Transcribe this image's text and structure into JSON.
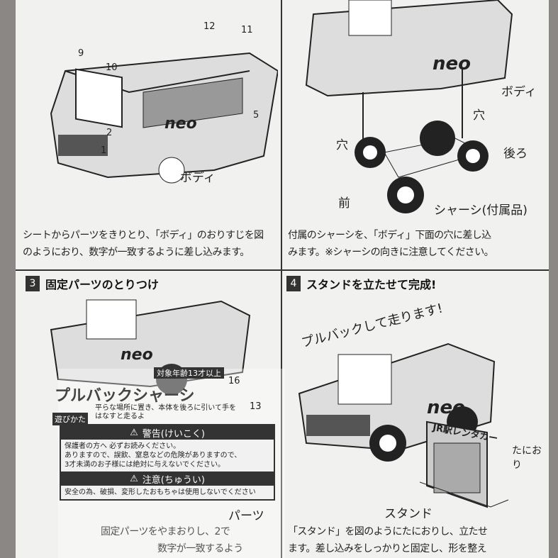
{
  "section1": {
    "label_body": "ボディ",
    "numbers": [
      "9",
      "10",
      "12",
      "11",
      "5",
      "2",
      "1"
    ],
    "text_line1": "シートからパーツをきりとり、「ボディ」のおりすじを図",
    "text_line2": "のようにおり、数字が一致するように差し込みます。",
    "car_logo": "neo"
  },
  "section2": {
    "label_body": "ボディ",
    "label_hole_right": "穴",
    "label_hole_left": "穴",
    "label_rear": "後ろ",
    "label_front": "前",
    "label_chassis": "シャーシ(付属品)",
    "text_line1": "付属のシャーシを、「ボディ」下面の穴に差し込",
    "text_line2": "みます。※シャーシの向きに注意してください。",
    "car_logo": "neo"
  },
  "section3": {
    "number": "3",
    "title": "固定パーツのとりつけ",
    "package_title": "プルバックシャーシ",
    "age_badge": "対象年齢13才以上",
    "play_label": "遊びかた",
    "play_text": "平らな場所に置き、本体を後ろに引いて手をはなすと走るよ",
    "num16": "16",
    "num13": "13",
    "warning_title": "警告(けいこく)",
    "warning_text1": "保護者の方へ 必ずお読みください。",
    "warning_text2": "ありますので、誤飲、窒息などの危険がありますので、",
    "warning_text3": "3才未満のお子様には絶対に与えないでください。",
    "caution_title": "注意(ちゅうい)",
    "caution_text": "安全の為、破損、変形したおもちゃは使用しないでください",
    "parts_label": "パーツ",
    "body_text1": "固定パーツをやまおりし、2で",
    "body_text2": "数字が一致するよう"
  },
  "section4": {
    "number": "4",
    "title": "スタンドを立たせて完成!",
    "slogan": "プルバックして走ります!",
    "store_sign": "JR駅レンタカー",
    "fold_label": "たにおり",
    "stand_label": "スタンド",
    "text_line1": "「スタンド」を図のようにたにおりし、立たせ",
    "text_line2": "ます。差し込みをしっかりと固定し、形を整え",
    "car_logo": "neo"
  }
}
